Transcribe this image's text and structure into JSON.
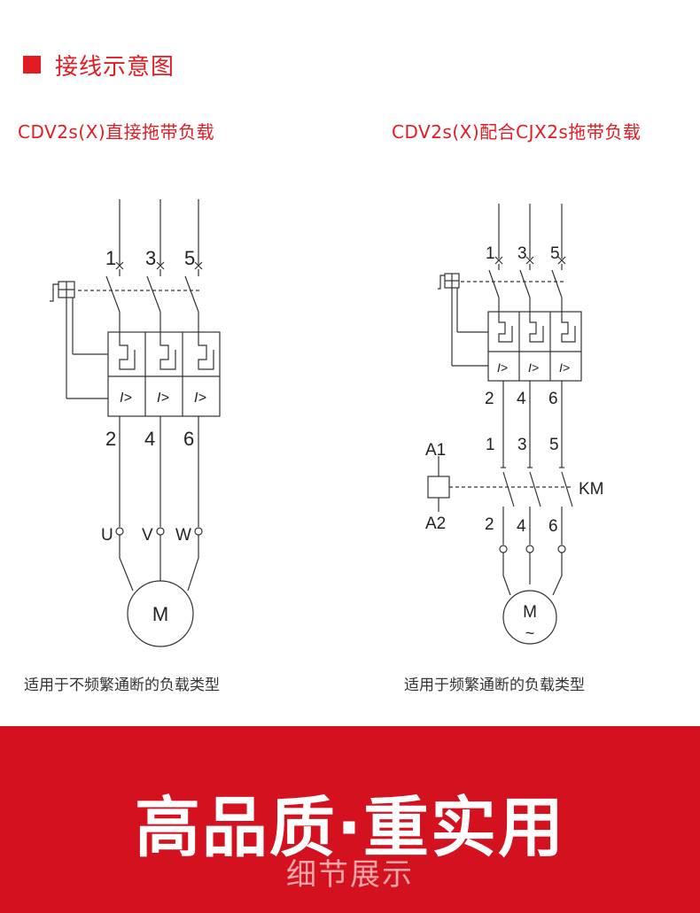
{
  "header": {
    "title": "接线示意图",
    "accent_color": "#e31b23"
  },
  "left_diagram": {
    "subtitle": "CDV2s(X)直接拖带负载",
    "top_terminals": [
      "1",
      "3",
      "5"
    ],
    "relay_symbol": "I>",
    "bottom_terminals": [
      "2",
      "4",
      "6"
    ],
    "motor_terminals": [
      "U",
      "V",
      "W"
    ],
    "motor_label": "M",
    "caption": "适用于不频繁通断的负载类型"
  },
  "right_diagram": {
    "subtitle": "CDV2s(X)配合CJX2s拖带负载",
    "top_terminals": [
      "1",
      "3",
      "5"
    ],
    "relay_symbol": "I>",
    "breaker_bottom_terminals": [
      "2",
      "4",
      "6"
    ],
    "contactor_top_terminals": [
      "1",
      "3",
      "5"
    ],
    "contactor_bottom_terminals": [
      "2",
      "4",
      "6"
    ],
    "coil_labels": [
      "A1",
      "A2"
    ],
    "contactor_label": "KM",
    "motor_label": "M",
    "motor_symbol": "~",
    "caption": "适用于频繁通断的负载类型"
  },
  "banner": {
    "headline": "高品质·重实用",
    "subheadline": "细节展示",
    "background_color": "#d4111e"
  }
}
